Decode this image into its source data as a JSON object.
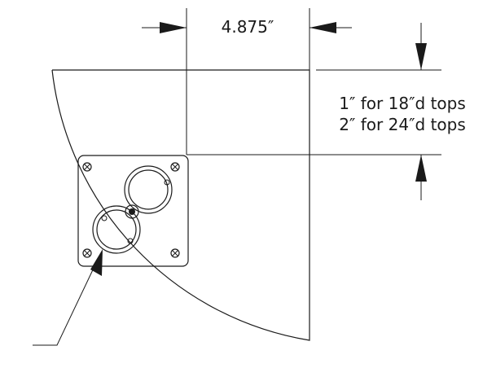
{
  "dimensions": {
    "horizontal_offset": "4.875″",
    "setback_line_1": "1″ for 18″d tops",
    "setback_line_2": "2″ for 24″d tops"
  },
  "colors": {
    "ink": "#1a1a1a",
    "background": "#ffffff"
  }
}
